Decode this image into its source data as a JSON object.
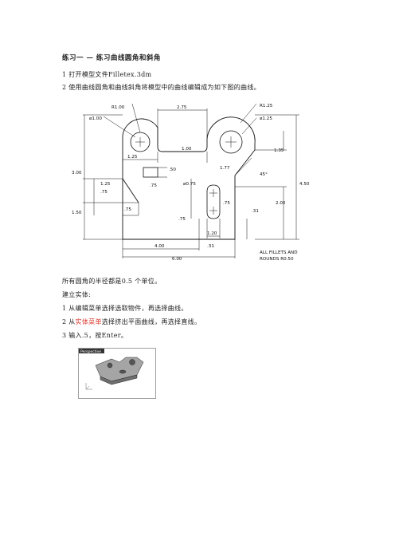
{
  "title": "练习一 — 练习曲线圆角和斜角",
  "steps_intro": [
    {
      "num": "1",
      "text": "打开模型文件Filletex.3dm"
    },
    {
      "num": "2",
      "text": "使用曲线圆角和曲线斜角将模型中的曲线编辑成为如下图的曲线。"
    }
  ],
  "drawing": {
    "dims": {
      "r100": "R1.00",
      "d100": "ø1.00",
      "r125": "R1.25",
      "d125": "ø1.25",
      "w275": "2.75",
      "h100": "1.00",
      "w125": "1.25",
      "w050": "0.50",
      "w050_label": ".50",
      "v300": "3.00",
      "v125": "1.25",
      "v075a": ".75",
      "v075b": ".75",
      "v150": "1.50",
      "v075c": ".75",
      "d075": "ø0.75",
      "v075d": ".75",
      "v075e": ".75",
      "s177": "1.77",
      "a45": "45°",
      "v135": "1.35",
      "v450": "4.50",
      "v200": "2.00",
      "v031": ".31",
      "w120": "1.20",
      "w400": "4.00",
      "w031": ".31",
      "w600": "6.00",
      "note_line1": "ALL FILLETS AND",
      "note_line2": "ROUNDS R0.50"
    }
  },
  "note": "所有圆角的半径都是0.5 个单位。",
  "solid_heading": "建立实体:",
  "solid_steps": [
    {
      "num": "1",
      "pre": "从编辑菜单选择选取物件，再选择曲线。",
      "menu": "",
      "post": ""
    },
    {
      "num": "2",
      "pre": "从",
      "menu": "实体菜单",
      "post": "选择挤出平面曲线，再选择直线。"
    },
    {
      "num": "3",
      "pre": "输入.5，按Enter。",
      "menu": "",
      "post": ""
    }
  ],
  "viewport": {
    "label": "Perspective"
  },
  "colors": {
    "menu_highlight": "#d9382e",
    "viewport_bg": "#ffffff",
    "viewport_label_bg": "#333333"
  }
}
